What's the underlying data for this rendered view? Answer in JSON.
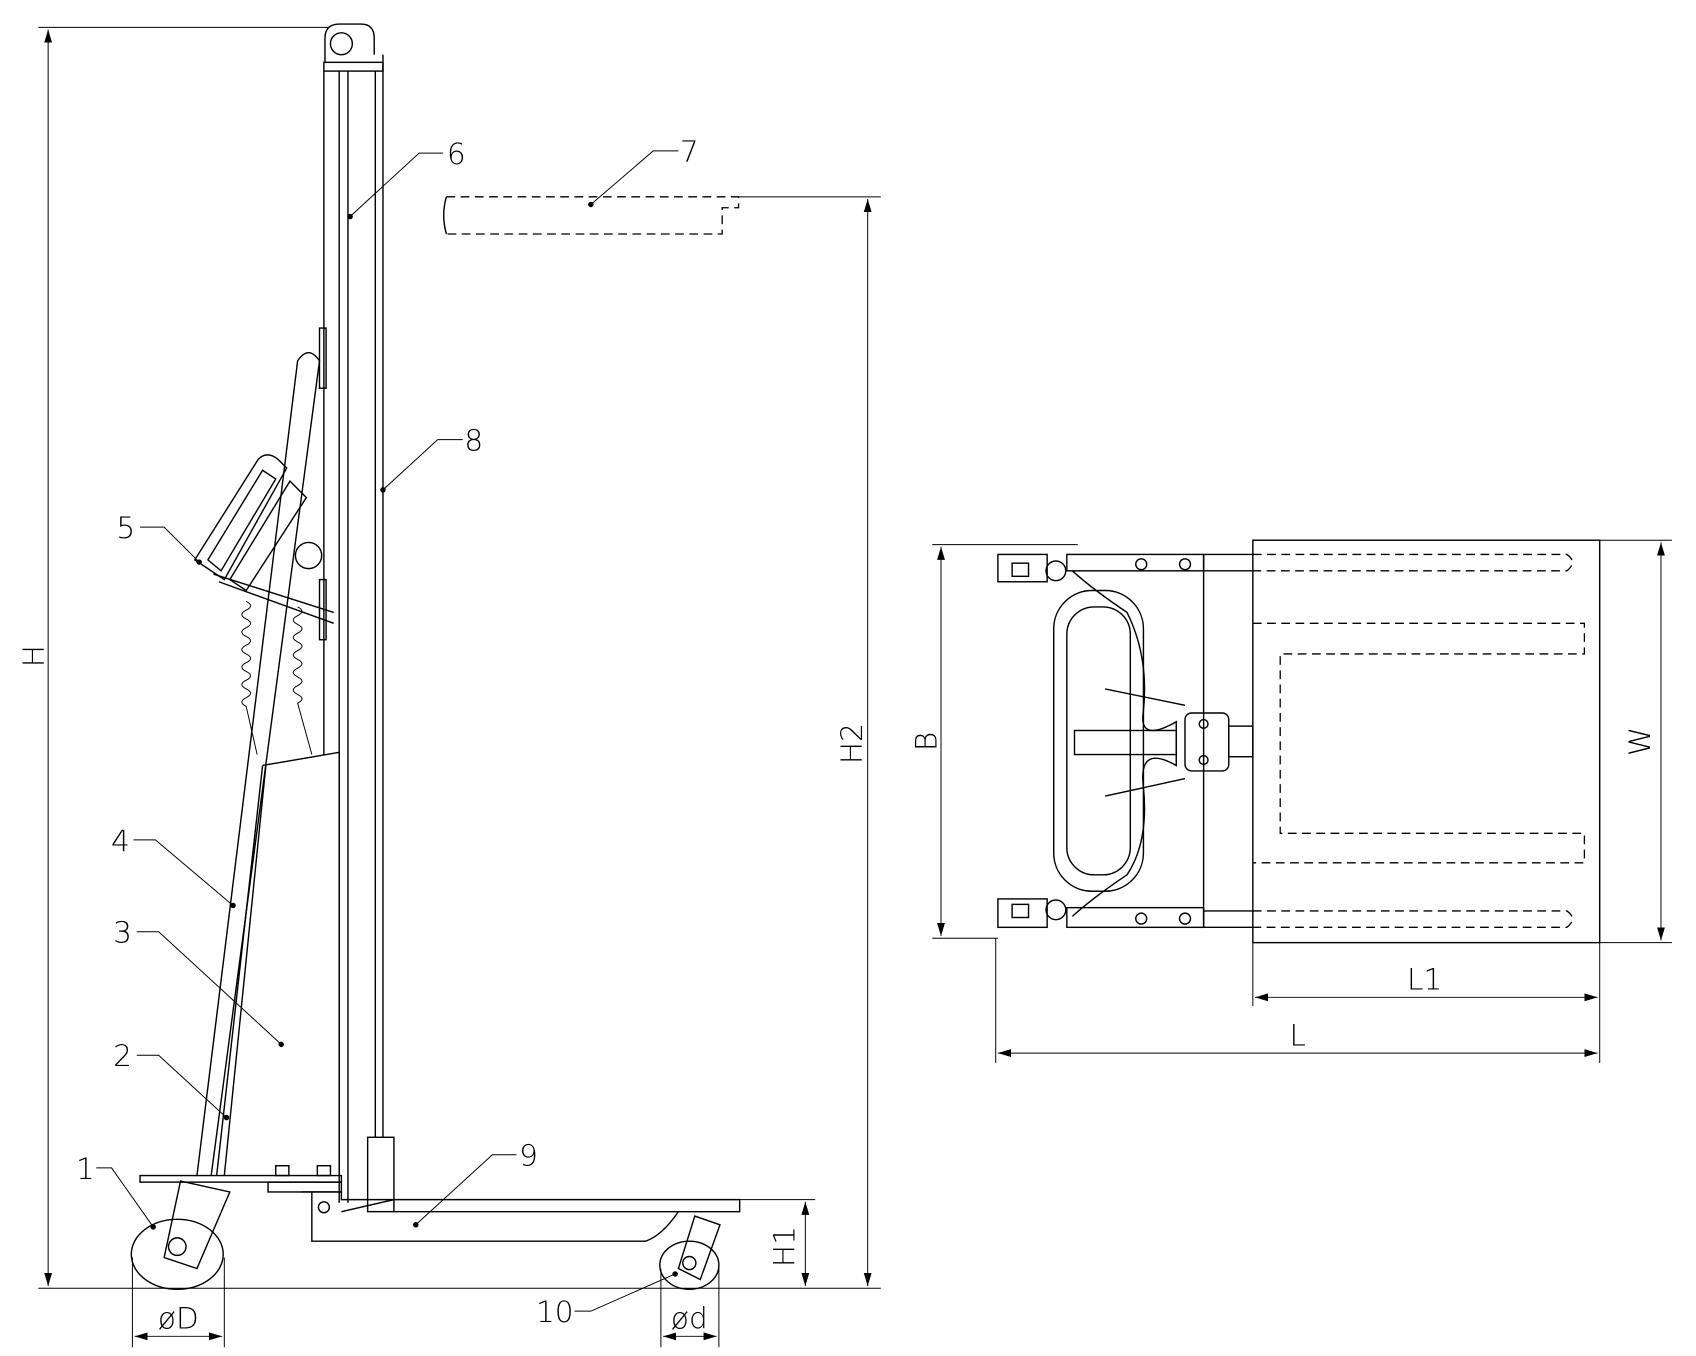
{
  "drawing": {
    "part_labels": [
      "1",
      "2",
      "3",
      "4",
      "5",
      "6",
      "7",
      "8",
      "9",
      "10"
    ],
    "dimensions": {
      "H": "H",
      "H1": "H1",
      "H2": "H2",
      "D": "øD",
      "d": "ød",
      "B": "B",
      "W": "W",
      "L1": "L1",
      "L": "L"
    },
    "colors": {
      "line": "#000000",
      "background": "#ffffff"
    }
  }
}
